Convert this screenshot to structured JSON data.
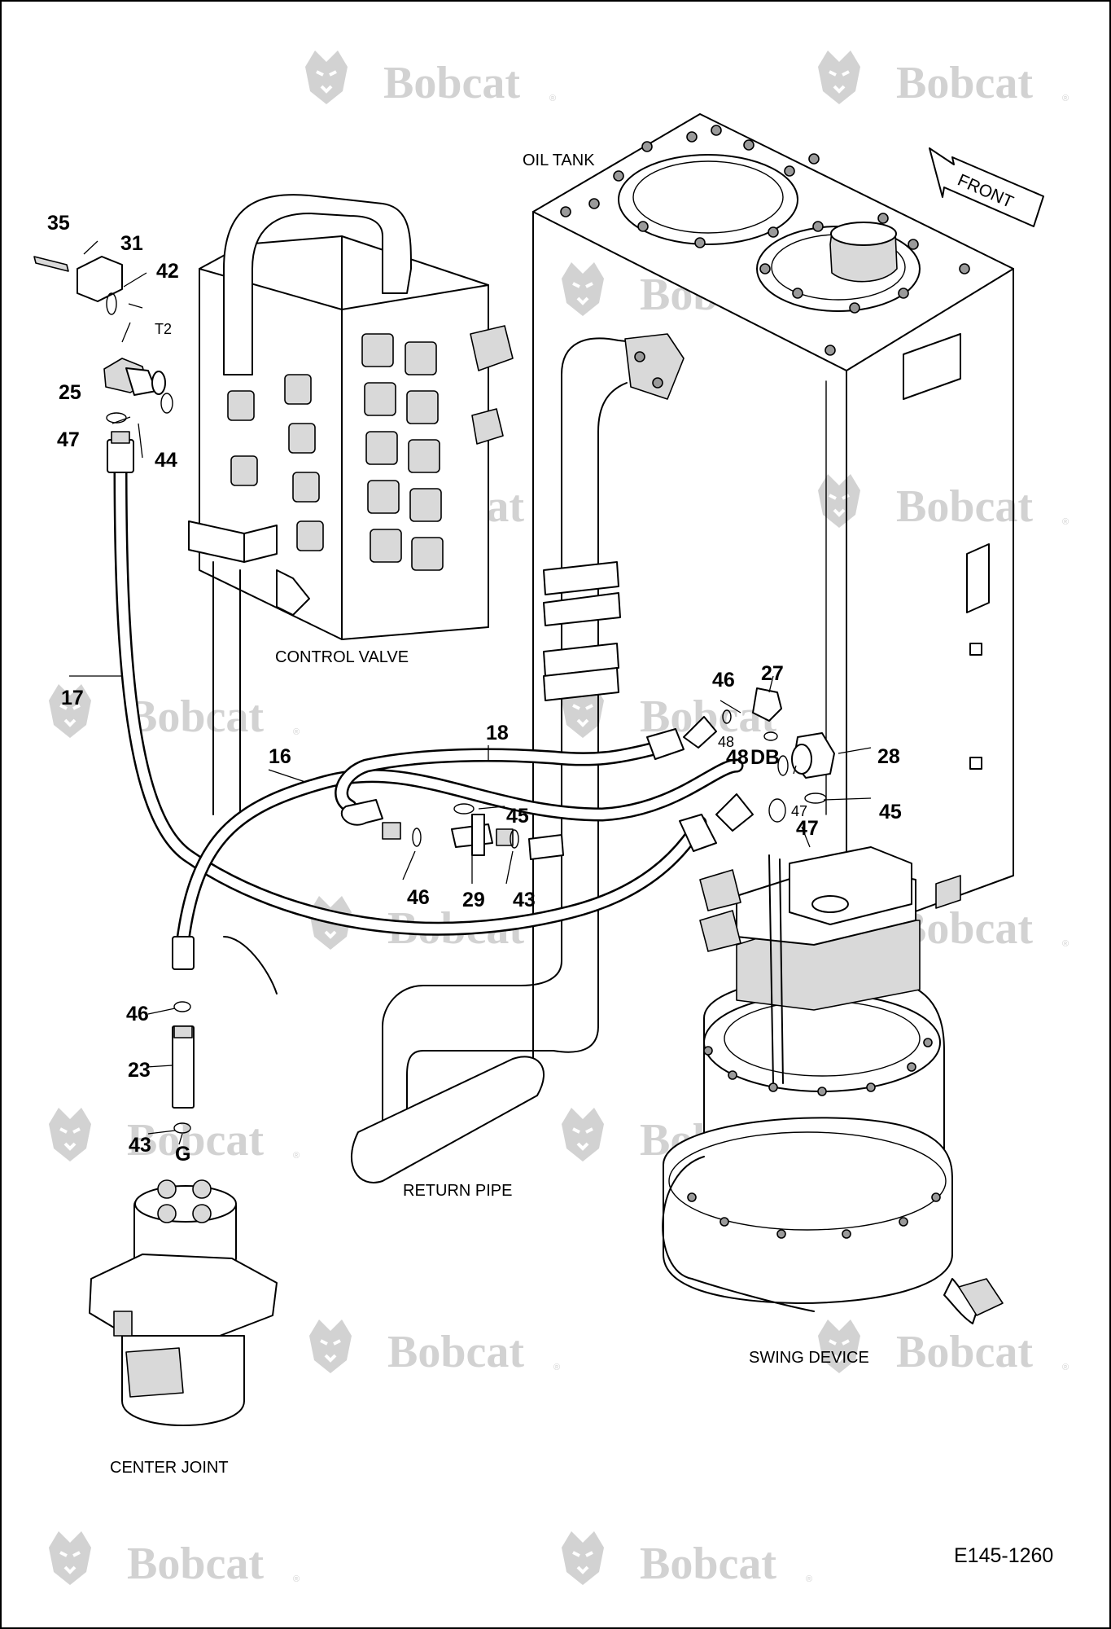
{
  "watermark": {
    "brand": "Bobcat",
    "registered": "®"
  },
  "assemblies": {
    "oil_tank": "OIL TANK",
    "control_valve": "CONTROL VALVE",
    "return_pipe": "RETURN PIPE",
    "swing_device": "SWING DEVICE",
    "center_joint": "CENTER JOINT"
  },
  "direction": {
    "front": "FRONT"
  },
  "drawing_code": "E145-1260",
  "port_labels": {
    "t2": "T2",
    "db": "DB",
    "g": "G"
  },
  "callouts": {
    "c35": "35",
    "c31": "31",
    "c42": "42",
    "c25": "25",
    "c47a": "47",
    "c44": "44",
    "c17": "17",
    "c16": "16",
    "c18": "18",
    "c45a": "45",
    "c46a": "46",
    "c29": "29",
    "c43a": "43",
    "c46b": "46",
    "c27": "27",
    "c48a": "48",
    "c48b": "48",
    "c28": "28",
    "c47b": "47",
    "c47c": "47",
    "c45b": "45",
    "c46c": "46",
    "c23": "23",
    "c43b": "43"
  }
}
